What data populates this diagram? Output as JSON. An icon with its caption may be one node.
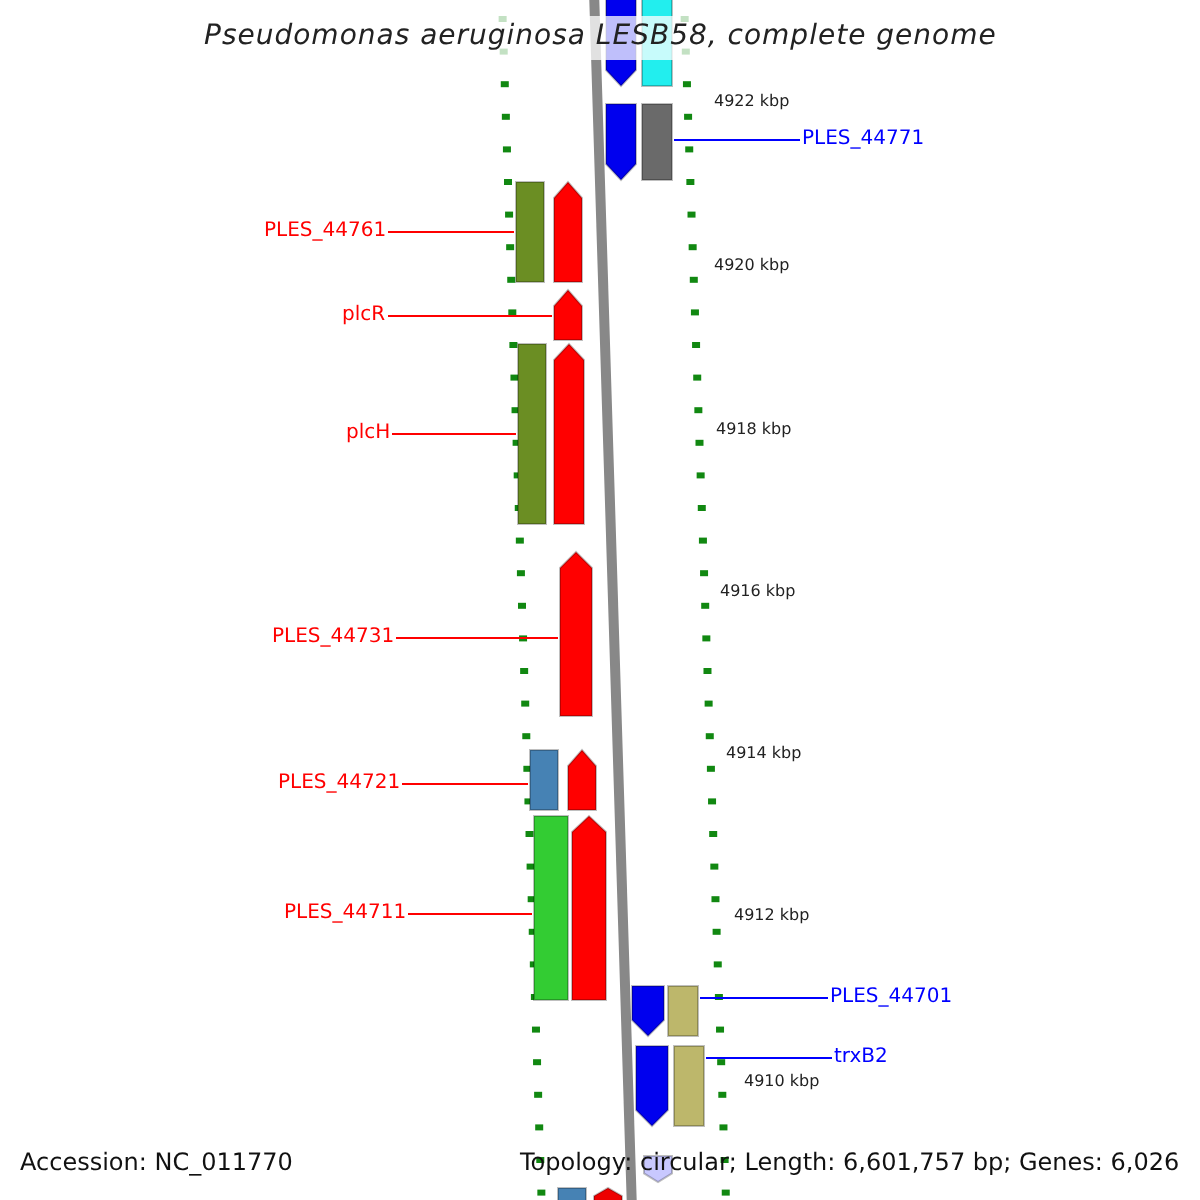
{
  "diagram": {
    "title": "Pseudomonas aeruginosa LESB58, complete genome",
    "nodes": [
      {
        "text": [
          "PLES_44771"
        ]
      },
      {
        "text": [],
        "shape": "bar"
      },
      {
        "text": [
          "PLES_44761"
        ]
      },
      {
        "text": [],
        "shape": "bar"
      },
      {
        "text": [
          "plcR"
        ]
      },
      {
        "text": [],
        "shape": "bar"
      },
      {
        "text": [
          "plcH"
        ]
      },
      {
        "text": [],
        "shape": "bar"
      },
      {
        "text": [
          "PLES_44731"
        ]
      },
      {
        "text": [],
        "shape": "bar"
      },
      {
        "text": [
          "PLES_44721"
        ]
      },
      {
        "text": [],
        "shape": "bar"
      },
      {
        "text": [
          "PLES_44711"
        ]
      },
      {
        "text": [],
        "shape": "bar"
      },
      {
        "text": [
          "PLES_44701"
        ]
      },
      {
        "text": [],
        "shape": "bar"
      },
      {
        "text": [
          "trxB2"
        ]
      },
      {
        "text": [],
        "shape": "bar"
      }
    ],
    "edges": [
      {
        "from": 0,
        "to": 1,
        "arrow": "none",
        "color": "#0000ff"
      },
      {
        "from": 2,
        "to": 3,
        "arrow": "none"
      },
      {
        "from": 4,
        "to": 5,
        "arrow": "none"
      },
      {
        "from": 6,
        "to": 7,
        "arrow": "none"
      },
      {
        "from": 8,
        "to": 9,
        "arrow": "none"
      },
      {
        "from": 10,
        "to": 11,
        "arrow": "none"
      },
      {
        "from": 12,
        "to": 13,
        "arrow": "none"
      },
      {
        "from": 14,
        "to": 15,
        "arrow": "none",
        "color": "#0000ff"
      },
      {
        "from": 16,
        "to": 17,
        "arrow": "none",
        "color": "#0000ff"
      }
    ],
    "labels": [
      "4922 kbp",
      "4920 kbp",
      "4918 kbp",
      "4916 kbp",
      "4914 kbp",
      "4912 kbp",
      "4910 kbp",
      "Accession: NC_011770",
      "Topology: circular; Length: 6,601,757 bp; Genes: 6,026"
    ]
  }
}
